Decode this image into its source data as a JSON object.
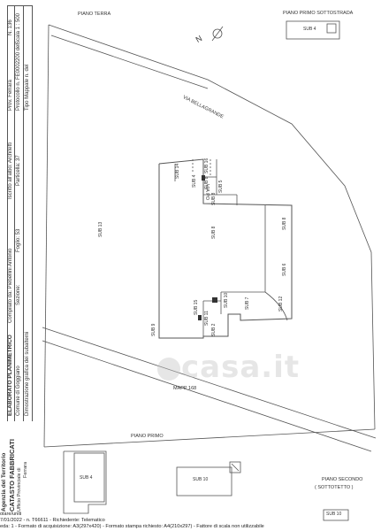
{
  "header": {
    "title": "ELABORATO PLANIMETRICO",
    "compilato": "Compilato da: Piebellini Antonio",
    "iscritto": "Iscritto all'albo: Architetti",
    "prov": "Prov. Ferrara",
    "n": "N. 136",
    "comune": "Comune di Goggiano",
    "sezione": "Sezione:",
    "foglio": "Foglio: 53",
    "particella": "Particella: 37",
    "protocollo": "Protocollo n. FE0002200 del",
    "dimostrazione": "Dimostrazione grafica dei subalterni",
    "tipo_mappale": "Tipo Mappale n. del",
    "scala": "Scala 1 : 500"
  },
  "plan": {
    "piano_terra": "PIANO TERRA",
    "piano_primo_sottostrada": "PIANO PRIMO SOTTOSTRADA",
    "via_bellagrande": "VIA BELLAGRANDE",
    "via_po": "VIA PO",
    "mapp": "MAPP 168",
    "north": "N",
    "subs": {
      "s14": "SUB 14",
      "s13": "SUB 13",
      "s4": "SUB 4",
      "s8a": "SUB 8",
      "s8b": "SUB 8",
      "s8c": "SUB 8",
      "s8d": "SUB 8",
      "s5": "SUB 5",
      "s7": "SUB 7",
      "s9": "SUB 9",
      "s10": "SUB 10",
      "s11": "SUB 11",
      "s12": "SUB 12",
      "s6": "SUB 6",
      "s15": "SUB 15",
      "s16": "SUB 16",
      "s2": "SUB 2",
      "s4top": "SUB 4"
    },
    "piano_primo": "PIANO PRIMO",
    "piano_primo_sub4": "SUB 4",
    "piano_primo_sub10": "SUB 10",
    "piano_secondo": "PIANO SECONDO",
    "sottotetto": "( SOTTOTETTO )",
    "piano_secondo_sub": "SUB 10"
  },
  "logo": {
    "agenzia": "Agenzia del Territorio",
    "catasto": "CATASTO FABBRICATI",
    "ufficio": "Ufficio Provinciale di",
    "citta": "Ferrara"
  },
  "footer": {
    "line1": "olare/uniti",
    "line2": "7/01/2022 - n. T66611 - Richiedente: Telematico",
    "line3": "eda: 1 - Formato di acquisizione: A3(297x420) - Formato stampa richiesto: A4(210x297) - Fattore di scala non utilizzabile"
  },
  "watermark": "casa.it"
}
